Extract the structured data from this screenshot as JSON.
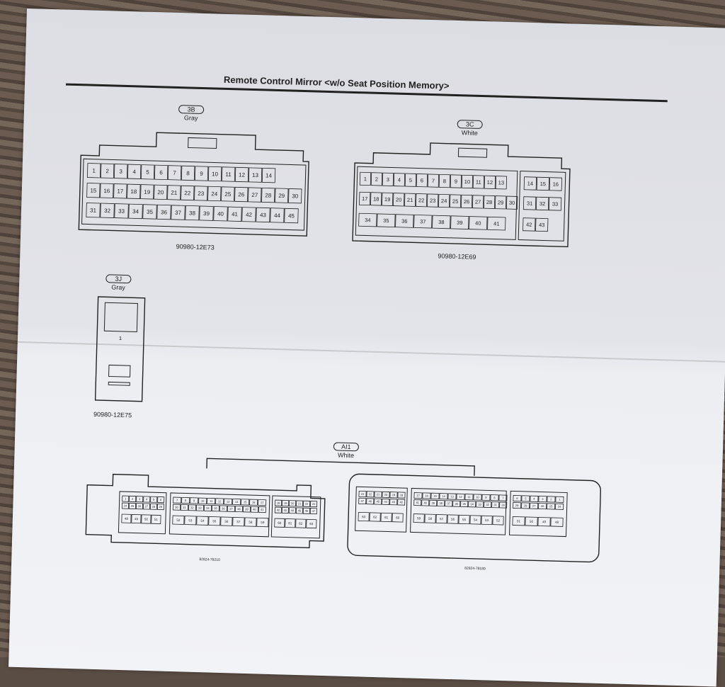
{
  "title": "Remote Control Mirror <w/o Seat Position Memory>",
  "connectors": {
    "c3b": {
      "code": "3B",
      "color": "Gray",
      "part": "90980-12E73",
      "row1": [
        "1",
        "2",
        "3",
        "4",
        "5",
        "6",
        "7",
        "8",
        "9",
        "10",
        "11",
        "12",
        "13",
        "14"
      ],
      "row2": [
        "15",
        "16",
        "17",
        "18",
        "19",
        "20",
        "21",
        "22",
        "23",
        "24",
        "25",
        "26",
        "27",
        "28",
        "29",
        "30"
      ],
      "row3": [
        "31",
        "32",
        "33",
        "34",
        "35",
        "36",
        "37",
        "38",
        "39",
        "40",
        "41",
        "42",
        "43",
        "44",
        "45"
      ]
    },
    "c3c": {
      "code": "3C",
      "color": "White",
      "part": "90980-12E69",
      "row1": [
        "1",
        "2",
        "3",
        "4",
        "5",
        "6",
        "7",
        "8",
        "9",
        "10",
        "11",
        "12",
        "13"
      ],
      "row2": [
        "17",
        "18",
        "19",
        "20",
        "21",
        "22",
        "23",
        "24",
        "25",
        "26",
        "27",
        "28",
        "29",
        "30"
      ],
      "row3": [
        "34",
        "35",
        "36",
        "37",
        "38",
        "39",
        "40",
        "41"
      ],
      "side1": [
        "14",
        "15",
        "16"
      ],
      "side2": [
        "31",
        "32",
        "33"
      ],
      "side3": [
        "42",
        "43"
      ]
    },
    "c3j": {
      "code": "3J",
      "color": "Gray",
      "part": "90980-12E75",
      "pin": "1"
    },
    "ai1": {
      "code": "AI1",
      "color": "White",
      "part_left": "82824-78210",
      "part_right": "82824-78180",
      "l1": [
        "1",
        "2",
        "3",
        "4",
        "5",
        "6"
      ],
      "l2": [
        "24",
        "25",
        "26",
        "27",
        "28",
        "29"
      ],
      "l3": [
        "48",
        "49",
        "50",
        "51"
      ],
      "m1": [
        "7",
        "8",
        "9",
        "10",
        "11",
        "12",
        "13",
        "14",
        "15",
        "16",
        "17"
      ],
      "m2": [
        "30",
        "31",
        "32",
        "33",
        "34",
        "35",
        "36",
        "37",
        "38",
        "39",
        "40",
        "41"
      ],
      "m3": [
        "52",
        "53",
        "54",
        "55",
        "56",
        "57",
        "58",
        "59"
      ],
      "r1": [
        "18",
        "19",
        "20",
        "21",
        "22",
        "23"
      ],
      "r2": [
        "42",
        "43",
        "44",
        "45",
        "46",
        "47"
      ],
      "r3": [
        "60",
        "61",
        "62",
        "63"
      ],
      "b1": [
        "23",
        "22",
        "21",
        "20",
        "19",
        "18"
      ],
      "b2": [
        "47",
        "46",
        "45",
        "44",
        "43",
        "42"
      ],
      "b3": [
        "63",
        "62",
        "61",
        "60"
      ],
      "n1": [
        "17",
        "16",
        "15",
        "14",
        "13",
        "12",
        "11",
        "10",
        "9",
        "8",
        "7"
      ],
      "n2": [
        "41",
        "40",
        "39",
        "38",
        "37",
        "36",
        "35",
        "34",
        "33",
        "32",
        "31",
        "30"
      ],
      "n3": [
        "59",
        "58",
        "57",
        "56",
        "55",
        "54",
        "53",
        "52"
      ],
      "k1": [
        "6",
        "5",
        "4",
        "3",
        "2",
        "1"
      ],
      "k2": [
        "29",
        "28",
        "27",
        "26",
        "25",
        "24"
      ],
      "k3": [
        "51",
        "50",
        "49",
        "48"
      ]
    }
  }
}
